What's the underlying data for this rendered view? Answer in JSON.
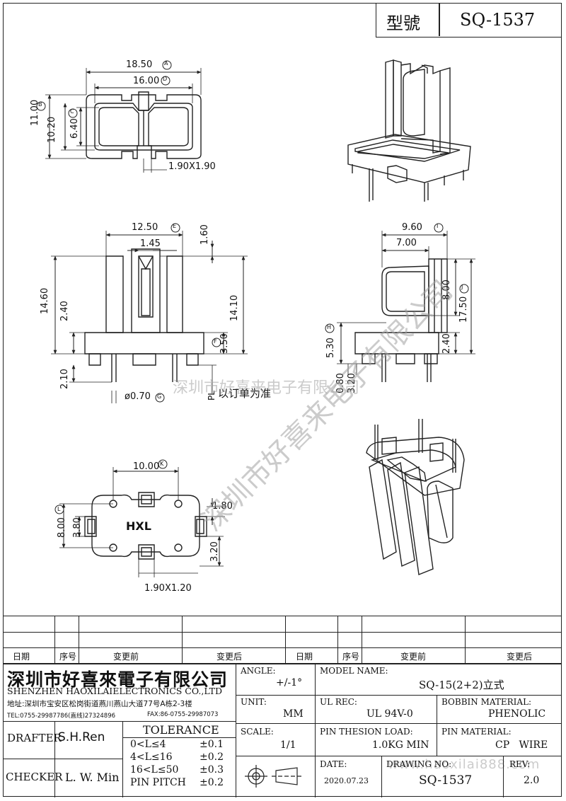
{
  "title_block": {
    "model_label": "型號",
    "model_value": "SQ-1537"
  },
  "dimensions": {
    "top_view": {
      "d1": "18.50",
      "d1_tag": "A",
      "d2": "16.00",
      "d2_tag": "D",
      "d3": "11.00",
      "d3_tag": "B",
      "d4": "10.20",
      "d5": "6.40",
      "d5_tag": "C",
      "d6": "1.90X1.90"
    },
    "front_view": {
      "d1": "12.50",
      "d1_tag": "E",
      "d2": "1.45",
      "d3": "1.60",
      "d4": "14.60",
      "d5": "2.40",
      "d6": "14.10",
      "d7": "3.50",
      "d7_tag": "F",
      "d8": "2.10",
      "d9": "ø0.70",
      "d9_tag": "G",
      "pl": "PL",
      "note": "以订单为准"
    },
    "side_view": {
      "d1": "9.60",
      "d1_tag": "I",
      "d2": "7.00",
      "d3": "8.00",
      "d4": "17.50",
      "d4_tag": "J",
      "d5": "5.30",
      "d5_tag": "H",
      "d6": "2.40",
      "d7": "0.80",
      "d8": "3.20"
    },
    "bottom_view": {
      "d1": "10.00",
      "d1_tag": "K",
      "d2": "1.80",
      "d3": "8.00",
      "d3_tag": "L",
      "d4": "3.80",
      "d5": "3.20",
      "d6": "1.90X1.20",
      "logo": "HXL"
    }
  },
  "revision_table": {
    "headers": [
      "日期",
      "序号",
      "变更前",
      "变更后",
      "日期",
      "序号",
      "变更前",
      "变更后"
    ]
  },
  "company": {
    "name_cn": "深圳市好喜來電子有限公司",
    "name_en": "SHENZHEN  HAOXILAIELECTRONICS CO.,LTD",
    "address": "地址:深圳市宝安区松岗街道燕川燕山大道77号A栋2-3楼",
    "tel": "TEL:0755-29987786(直线)27324896",
    "fax": "FAX:86-0755-29987073"
  },
  "spec": {
    "angle_label": "ANGLE:",
    "angle_value": "+/-1°",
    "unit_label": "UNIT:",
    "unit_value": "MM",
    "scale_label": "SCALE:",
    "scale_value": "1/1",
    "model_name_label": "MODEL NAME:",
    "model_name_value": "SQ-15(2+2)立式",
    "ul_label": "UL REC:",
    "ul_value": "UL 94V-0",
    "bobbin_label": "BOBBIN MATERIAL:",
    "bobbin_value": "PHENOLIC",
    "pin_load_label": "PIN THESION LOAD:",
    "pin_load_value": "1.0KG MIN",
    "pin_material_label": "PIN MATERIAL:",
    "pin_material_value": "CP   WIRE",
    "date_label": "DATE:",
    "date_value": "2020.07.23",
    "drawing_no_label": "DRAWING NO:",
    "drawing_no_value": "SQ-1537",
    "rev_label": "REV:",
    "rev_value": "2.0"
  },
  "people": {
    "drafter_label": "DRAFTER",
    "drafter_value": "S.H.Ren",
    "checker_label": "CHECKER",
    "checker_value": "L. W. Min"
  },
  "tolerance": {
    "title": "TOLERANCE",
    "rows": [
      {
        "range": "0<L≤4",
        "value": "±0.1"
      },
      {
        "range": "4<L≤16",
        "value": "±0.2"
      },
      {
        "range": "16<L≤50",
        "value": "±0.3"
      },
      {
        "range": "PIN PITCH",
        "value": "±0.2"
      }
    ]
  },
  "watermarks": {
    "line1": "深圳市好喜来电子有限公司",
    "line2": "深圳市好喜来电子有限公司",
    "url": "www.haoxilai888.com"
  }
}
